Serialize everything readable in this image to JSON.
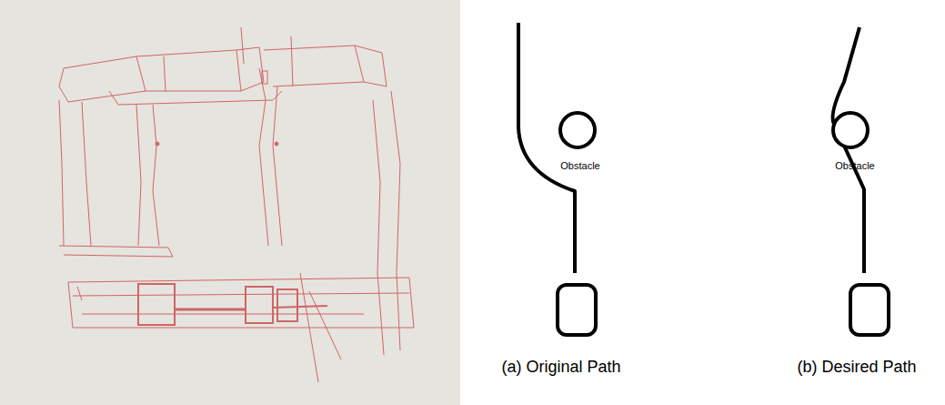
{
  "diagram": {
    "labels": [
      "Obstacle",
      "Obstacle",
      "(a) Original Path",
      "(b) Desired Path"
    ]
  }
}
